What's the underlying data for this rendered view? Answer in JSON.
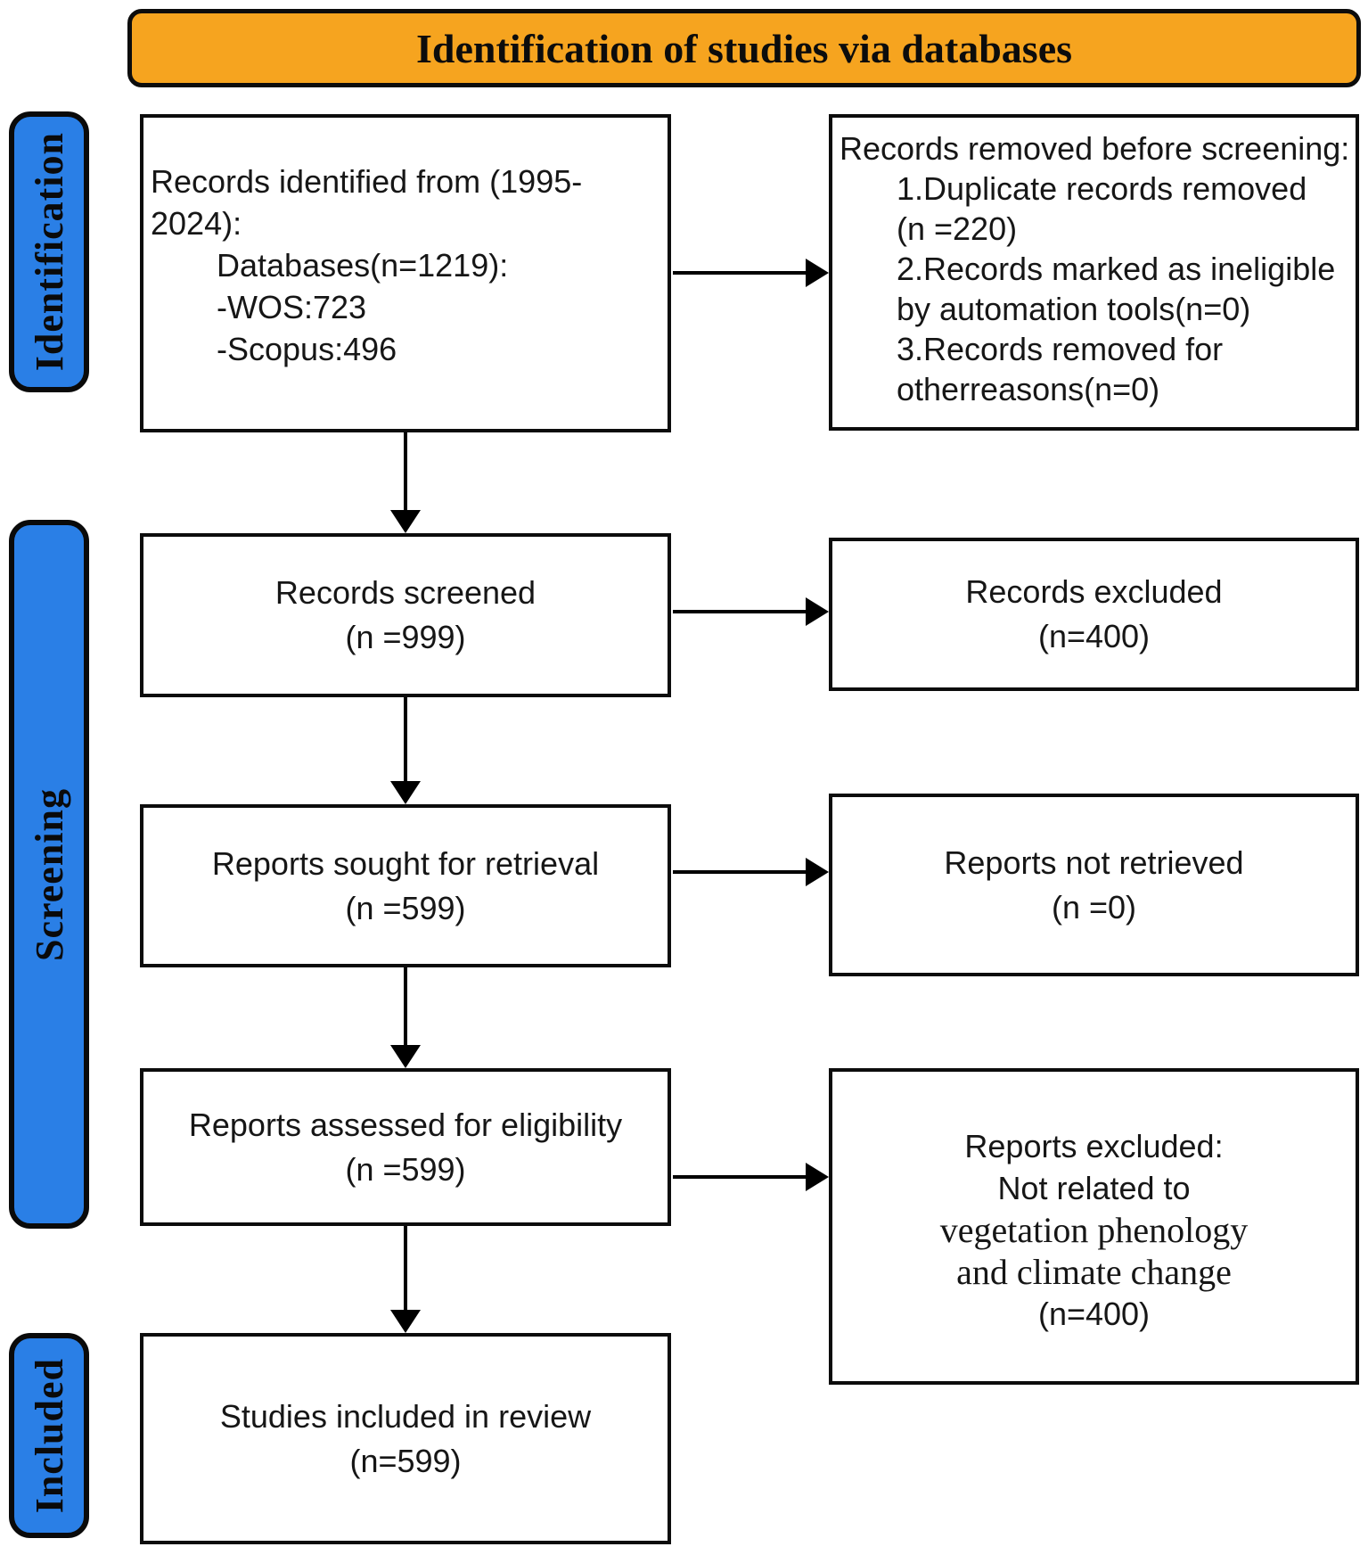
{
  "banner": {
    "title": "Identification of studies via databases"
  },
  "colors": {
    "banner_bg": "#F6A41F",
    "stage_bg": "#2A7FE6",
    "border": "#0c0c0c"
  },
  "stages": {
    "identification": "Identification",
    "screening": "Screening",
    "included": "Included"
  },
  "boxes": {
    "identified": {
      "lines": [
        "Records identified from (1995-2024):",
        "Databases(n=1219):",
        "-WOS:723",
        "-Scopus:496"
      ]
    },
    "removed": {
      "lines": [
        "Records removed before screening:",
        "1.Duplicate records removed",
        "(n =220)",
        "2.Records marked as ineligible",
        "by automation tools(n=0)",
        "3.Records removed for",
        "otherreasons(n=0)"
      ]
    },
    "screened": {
      "lines": [
        "Records screened",
        "(n =999)"
      ]
    },
    "records_excluded": {
      "lines": [
        "Records excluded",
        "(n=400)"
      ]
    },
    "sought": {
      "lines": [
        "Reports sought for retrieval",
        "(n =599)"
      ]
    },
    "not_retrieved": {
      "lines": [
        "Reports not retrieved",
        "(n =0)"
      ]
    },
    "assessed": {
      "lines": [
        "Reports assessed for eligibility",
        "(n =599)"
      ]
    },
    "reports_excluded": {
      "lines": [
        "Reports excluded:",
        "Not related to",
        "vegetation phenology",
        "and climate change",
        "(n=400)"
      ]
    },
    "included_in_review": {
      "lines": [
        "Studies included in review",
        "(n=599)"
      ]
    }
  }
}
